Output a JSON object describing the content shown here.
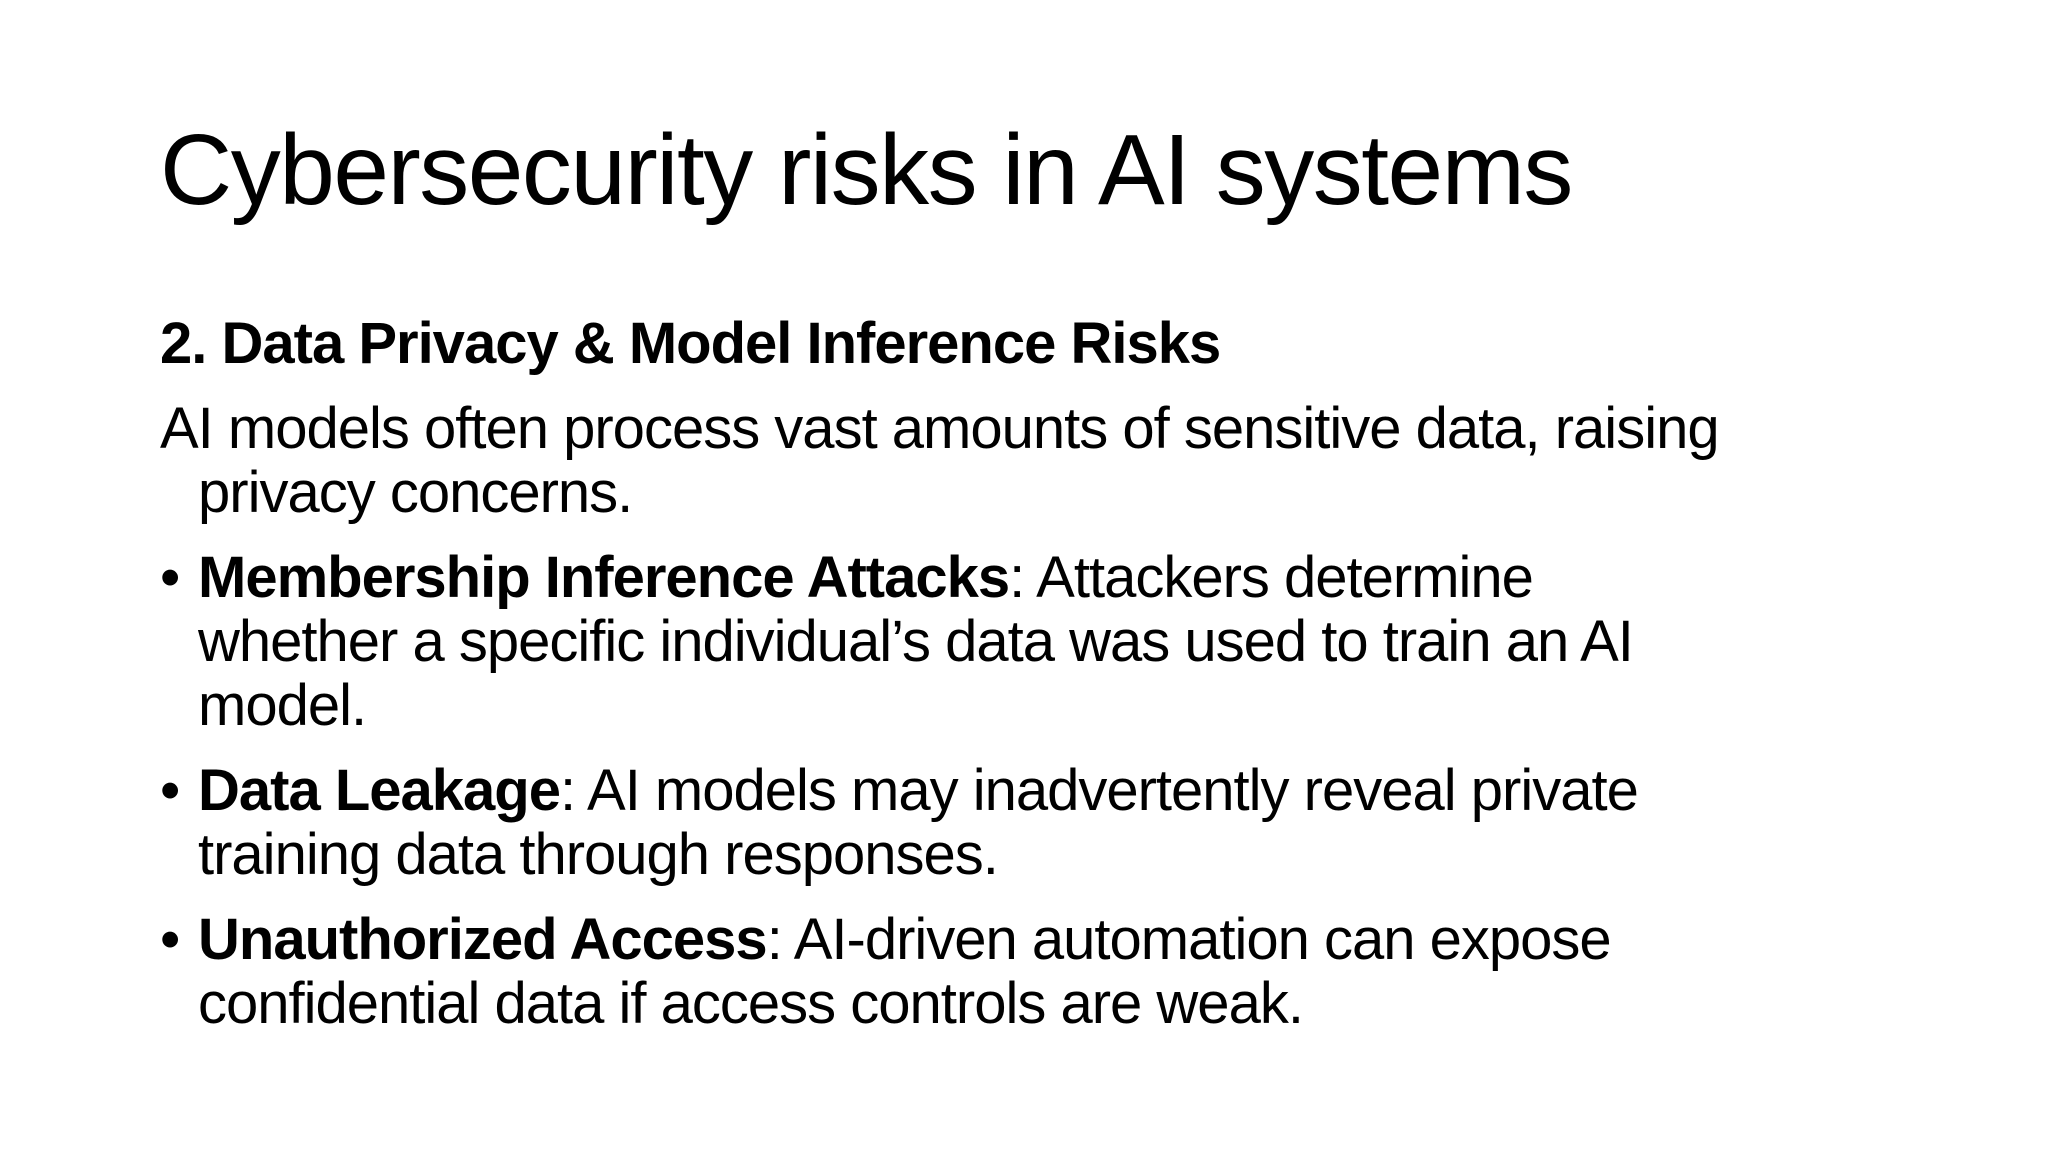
{
  "slide": {
    "title": "Cybersecurity risks in AI systems",
    "heading": "2. Data Privacy & Model Inference Risks",
    "intro": {
      "first_line": "AI models often process vast amounts of sensitive data, raising",
      "continuation_lines": [
        "privacy concerns."
      ]
    },
    "bullet_char": "•",
    "bullets": [
      {
        "term": "Membership Inference Attacks",
        "after_term": ": Attackers determine",
        "continuation_lines": [
          "whether a specific individual’s data was used to train an AI",
          "model."
        ]
      },
      {
        "term": "Data Leakage",
        "after_term": ": AI models may inadvertently reveal private",
        "continuation_lines": [
          "training data through responses."
        ]
      },
      {
        "term": "Unauthorized Access",
        "after_term": ": AI-driven automation can expose",
        "continuation_lines": [
          "confidential data if access controls are weak."
        ]
      }
    ],
    "colors": {
      "background": "#ffffff",
      "text": "#000000"
    }
  }
}
